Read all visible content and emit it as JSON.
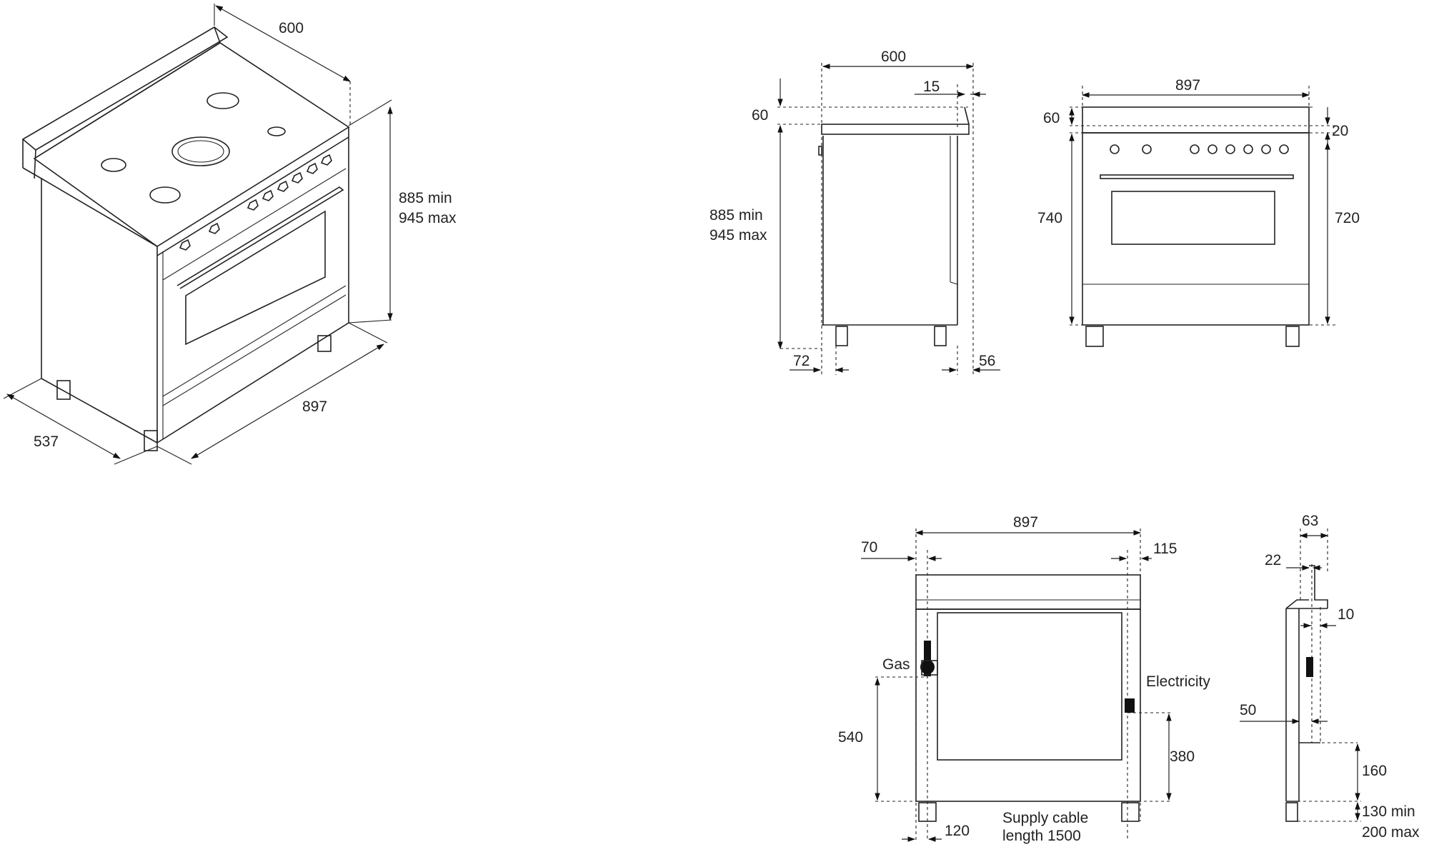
{
  "iso": {
    "depth": "600",
    "height_min": "885 min",
    "height_max": "945 max",
    "width": "897",
    "side_depth": "537"
  },
  "side": {
    "depth": "600",
    "back_offset": "15",
    "splash": "60",
    "height_min": "885 min",
    "height_max": "945 max",
    "foot_front": "72",
    "foot_back": "56"
  },
  "front": {
    "width": "897",
    "splash": "60",
    "top_offset": "20",
    "body_height": "740",
    "oven_height": "720"
  },
  "back": {
    "width": "897",
    "left_offset": "70",
    "right_offset": "115",
    "gas_label": "Gas",
    "electricity_label": "Electricity",
    "gas_height": "540",
    "elec_height": "380",
    "gas_foot": "120",
    "cable_line1": "Supply cable",
    "cable_line2": "length 1500"
  },
  "profile": {
    "top_width": "63",
    "rear_gap": "22",
    "offset_10": "10",
    "offset_50": "50",
    "height_160": "160",
    "leg_min": "130 min",
    "leg_max": "200 max"
  }
}
